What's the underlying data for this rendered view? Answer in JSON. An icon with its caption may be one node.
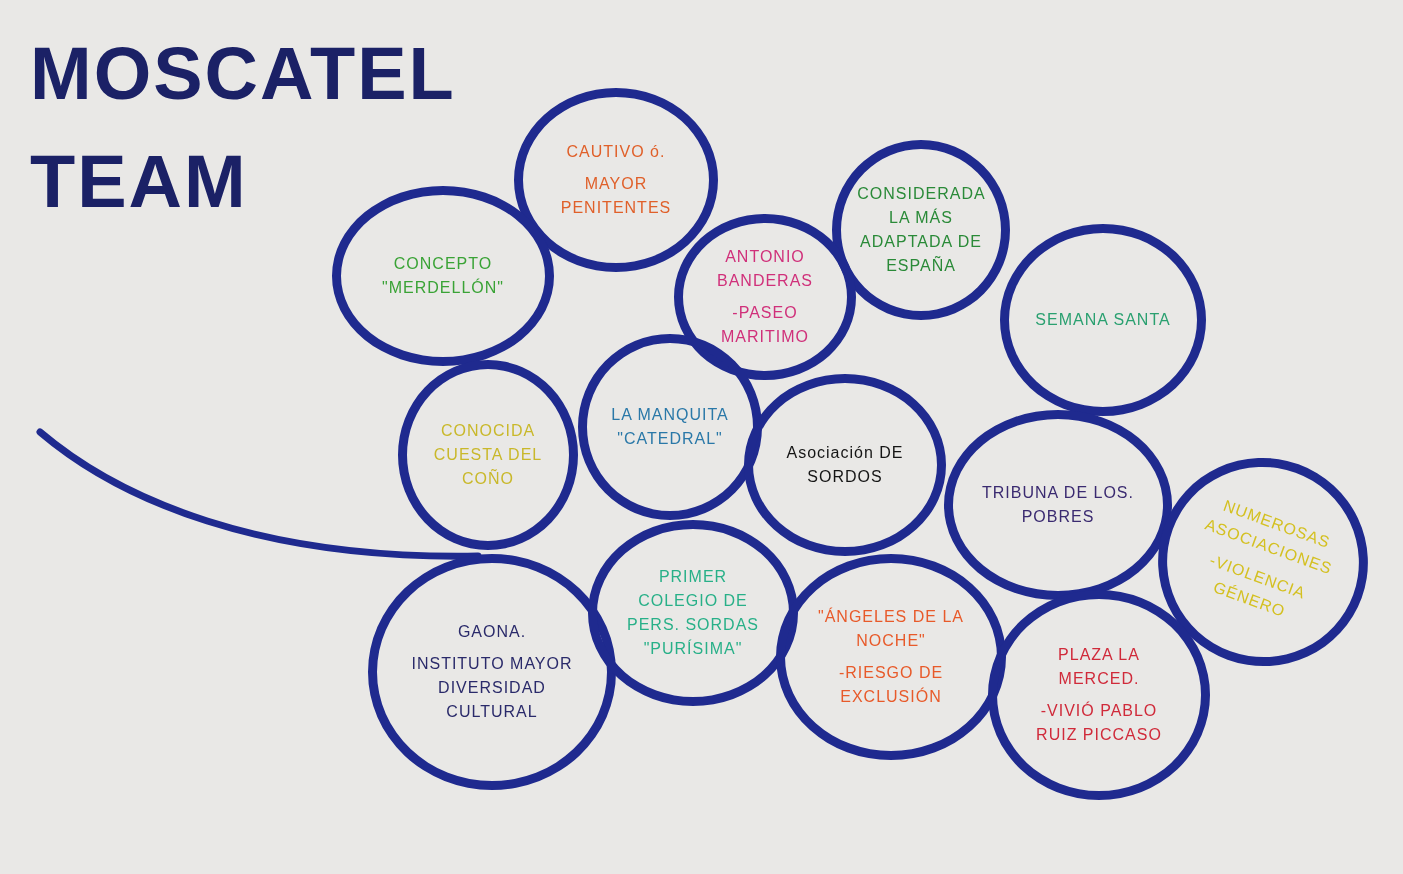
{
  "diagram": {
    "title": "MOSCATEL TEAM",
    "nodes": [
      {
        "text": [
          "CAUTIVO ó.",
          "MAYOR PENITENTES"
        ]
      },
      {
        "text": [
          "CONCEPTO \"MERDELLÓN\""
        ]
      },
      {
        "text": [
          "CONSIDERADA LA MÁS ADAPTADA DE ESPAÑA"
        ]
      },
      {
        "text": [
          "ANTONIO BANDERAS",
          "-PASEO MARITIMO"
        ]
      },
      {
        "text": [
          "SEMANA SANTA"
        ]
      },
      {
        "text": [
          "CONOCIDA CUESTA DEL COÑO"
        ]
      },
      {
        "text": [
          "LA MANQUITA \"CATEDRAL\""
        ]
      },
      {
        "text": [
          "Asociación DE SORDOS"
        ]
      },
      {
        "text": [
          "TRIBUNA DE LOS. POBRES"
        ]
      },
      {
        "text": [
          "NUMEROSAS ASOCIACIONES",
          "-VIOLENCIA GÉNERO"
        ]
      },
      {
        "text": [
          "GAONA.",
          "INSTITUTO MAYOR DIVERSIDAD CULTURAL"
        ]
      },
      {
        "text": [
          "PRIMER COLEGIO DE PERS. SORDAS \"PURÍSIMA\""
        ]
      },
      {
        "text": [
          "\"ÁNGELES DE LA NOCHE\"",
          "-RIESGO DE EXCLUSIÓN"
        ]
      },
      {
        "text": [
          "PLAZA LA MERCED.",
          "-VIVIÓ PABLO RUIZ PICCASO"
        ]
      }
    ]
  }
}
